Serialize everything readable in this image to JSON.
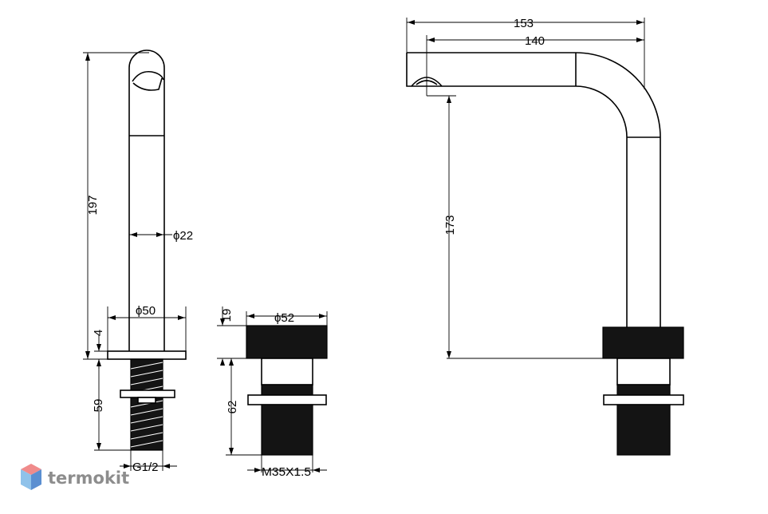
{
  "drawing": {
    "dimensions": {
      "side_height": "197",
      "tube_diameter": "ϕ22",
      "base_diameter": "ϕ50",
      "base_thickness": "4",
      "shank_length": "59",
      "shank_thread": "G1/2",
      "handle_height": "19",
      "handle_diameter": "ϕ52",
      "handle_body_height": "62",
      "handle_thread": "M35X1.5",
      "spout_reach_total": "153",
      "spout_reach": "140",
      "spout_height": "173"
    }
  },
  "watermark": {
    "brand": "termokit",
    "colors": {
      "top": "#f08b8b",
      "left": "#8fc2ea",
      "right": "#5b8fd1"
    }
  }
}
